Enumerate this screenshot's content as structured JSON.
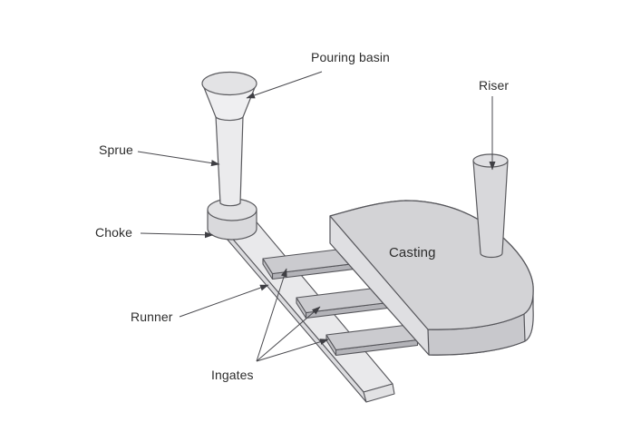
{
  "figure": {
    "background": "#ffffff",
    "outline_color": "#55555a",
    "leader_color": "#4a4a4f",
    "text_color": "#2d2d2d",
    "fill_light": "#ececee",
    "fill_mid": "#d3d3d6",
    "fill_dark": "#c8c8cc"
  },
  "diagram": {
    "type": "isometric casting gating system",
    "labels": [
      {
        "id": "pouring-basin",
        "text": "Pouring basin"
      },
      {
        "id": "riser",
        "text": "Riser"
      },
      {
        "id": "sprue",
        "text": "Sprue"
      },
      {
        "id": "choke",
        "text": "Choke"
      },
      {
        "id": "casting",
        "text": "Casting"
      },
      {
        "id": "runner",
        "text": "Runner"
      },
      {
        "id": "ingates",
        "text": "Ingates"
      }
    ]
  }
}
